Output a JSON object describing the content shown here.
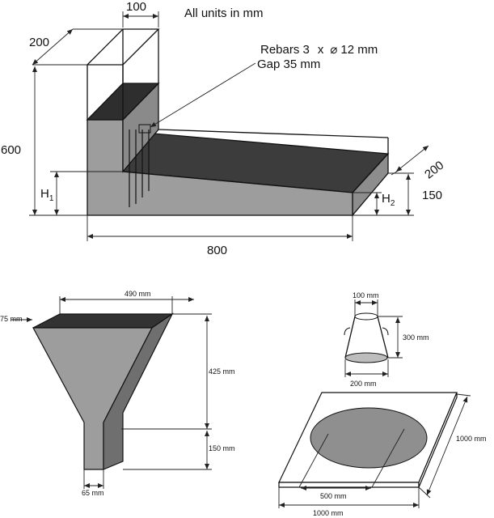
{
  "lbox": {
    "units_note": "All units in mm",
    "top_width": "100",
    "depth": "200",
    "height": "600",
    "h1_main": "H",
    "h1_sub": "1",
    "rebars_a": "Rebars 3",
    "rebars_x": "x",
    "rebars_sym": "⌀",
    "rebars_b": "12 mm",
    "gap": "Gap 35 mm",
    "channel_depth": "200",
    "channel_height": "150",
    "h2_main": "H",
    "h2_sub": "2",
    "length": "800"
  },
  "vfunnel": {
    "top_width": "490 mm",
    "top_depth": "75 mm",
    "cone_height": "425 mm",
    "outlet_height": "150 mm",
    "outlet_width": "65 mm"
  },
  "slump": {
    "top_dia": "100 mm",
    "height": "300 mm",
    "bottom_dia": "200 mm",
    "spread_dia": "500 mm",
    "plate_length": "1000 mm",
    "plate_width": "1000 mm"
  },
  "colors": {
    "dark_fill": "#3c3c3c",
    "mid_fill": "#9d9d9d",
    "light_fill": "#bdbdbd"
  }
}
